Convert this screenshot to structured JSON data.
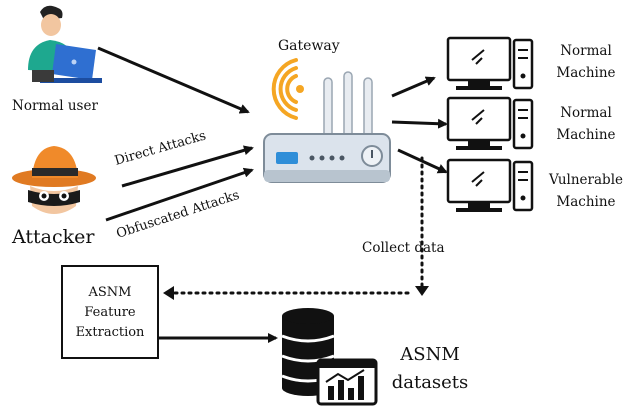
{
  "labels": {
    "normal_user": "Normal user",
    "attacker": "Attacker",
    "gateway": "Gateway",
    "direct_attacks": "Direct Attacks",
    "obfuscated_attacks": "Obfuscated Attacks",
    "machine1_line1": "Normal",
    "machine1_line2": "Machine",
    "machine2_line1": "Normal",
    "machine2_line2": "Machine",
    "machine3_line1": "Vulnerable",
    "machine3_line2": "Machine",
    "collect_data": "Collect data",
    "feature_line1": "ASNM",
    "feature_line2": "Feature",
    "feature_line3": "Extraction",
    "datasets_line1": "ASNM",
    "datasets_line2": "datasets"
  },
  "colors": {
    "accent_orange": "#f5a623",
    "hat_orange": "#f08a2a",
    "shirt_green": "#1ea88f",
    "router_body": "#dbe3ec",
    "router_blue": "#2f8ed8",
    "ink": "#111111"
  },
  "icons": {
    "user": "person-at-laptop-icon",
    "attacker": "hat-and-mask-icon",
    "gateway": "wifi-router-icon",
    "machine": "desktop-computer-icon",
    "database": "database-icon",
    "chart": "bar-chart-icon"
  }
}
